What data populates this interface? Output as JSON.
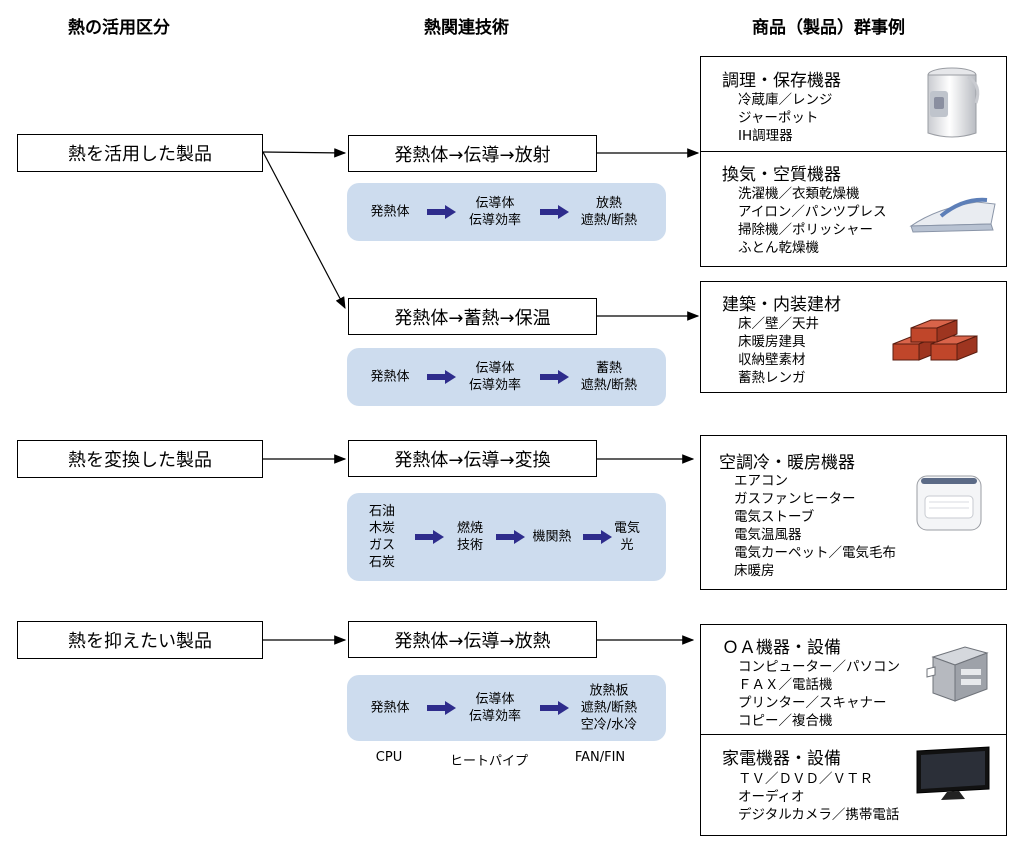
{
  "headers": {
    "col1": "熱の活用区分",
    "col2": "熱関連技術",
    "col3": "商品（製品）群事例"
  },
  "categories": {
    "c1": "熱を活用した製品",
    "c2": "熱を変換した製品",
    "c3": "熱を抑えたい製品"
  },
  "tech": {
    "t1": "発熱体→伝導→放射",
    "t2": "発熱体→蓄熱→保温",
    "t3": "発熱体→伝導→変換",
    "t4": "発熱体→伝導→放熱"
  },
  "panels": {
    "p1": {
      "a": [
        "発熱体"
      ],
      "b": [
        "伝導体",
        "伝導効率"
      ],
      "c": [
        "放熱",
        "遮熱/断熱"
      ]
    },
    "p2": {
      "a": [
        "発熱体"
      ],
      "b": [
        "伝導体",
        "伝導効率"
      ],
      "c": [
        "蓄熱",
        "遮熱/断熱"
      ]
    },
    "p3": {
      "a": [
        "石油",
        "木炭",
        "ガス",
        "石炭"
      ],
      "b": [
        "燃焼",
        "技術"
      ],
      "c": [
        "機関熱"
      ],
      "d": [
        "電気",
        "光"
      ]
    },
    "p4": {
      "a": [
        "発熱体"
      ],
      "b": [
        "伝導体",
        "伝導効率"
      ],
      "c": [
        "放熱板",
        "遮熱/断熱",
        "空冷/水冷"
      ]
    }
  },
  "captions": {
    "cpu": "CPU",
    "heatpipe": "ヒートパイプ",
    "fan": "FAN/FIN"
  },
  "products": {
    "s1": {
      "title": "調理・保存機器",
      "items": [
        "冷蔵庫／レンジ",
        "ジャーポット",
        "IH調理器"
      ],
      "icon": "pot-icon"
    },
    "s2": {
      "title": "換気・空質機器",
      "items": [
        "洗濯機／衣類乾燥機",
        "アイロン／パンツプレス",
        "掃除機／ポリッシャー",
        "ふとん乾燥機"
      ],
      "icon": "iron-icon"
    },
    "s3": {
      "title": "建築・内装建材",
      "items": [
        "床／壁／天井",
        "床暖房建具",
        "収納壁素材",
        "蓄熱レンガ"
      ],
      "icon": "bricks-icon"
    },
    "s4": {
      "title": "空調冷・暖房機器",
      "items": [
        "エアコン",
        "ガスファンヒーター",
        "電気ストーブ",
        "電気温風器",
        "電気カーペット／電気毛布",
        "床暖房"
      ],
      "icon": "heater-icon"
    },
    "s5": {
      "title": "ＯＡ機器・設備",
      "items": [
        "コンピューター／パソコン",
        "ＦＡＸ／電話機",
        "プリンター／スキャナー",
        "コピー／複合機"
      ],
      "icon": "copier-icon"
    },
    "s6": {
      "title": "家電機器・設備",
      "items": [
        "ＴＶ／ＤＶＤ／ＶＴＲ",
        "オーディオ",
        "デジタルカメラ／携帯電話"
      ],
      "icon": "tv-icon"
    }
  },
  "colors": {
    "panel": "#cddcee",
    "arrow": "#2e2c8c",
    "brick": "#c0462a"
  }
}
